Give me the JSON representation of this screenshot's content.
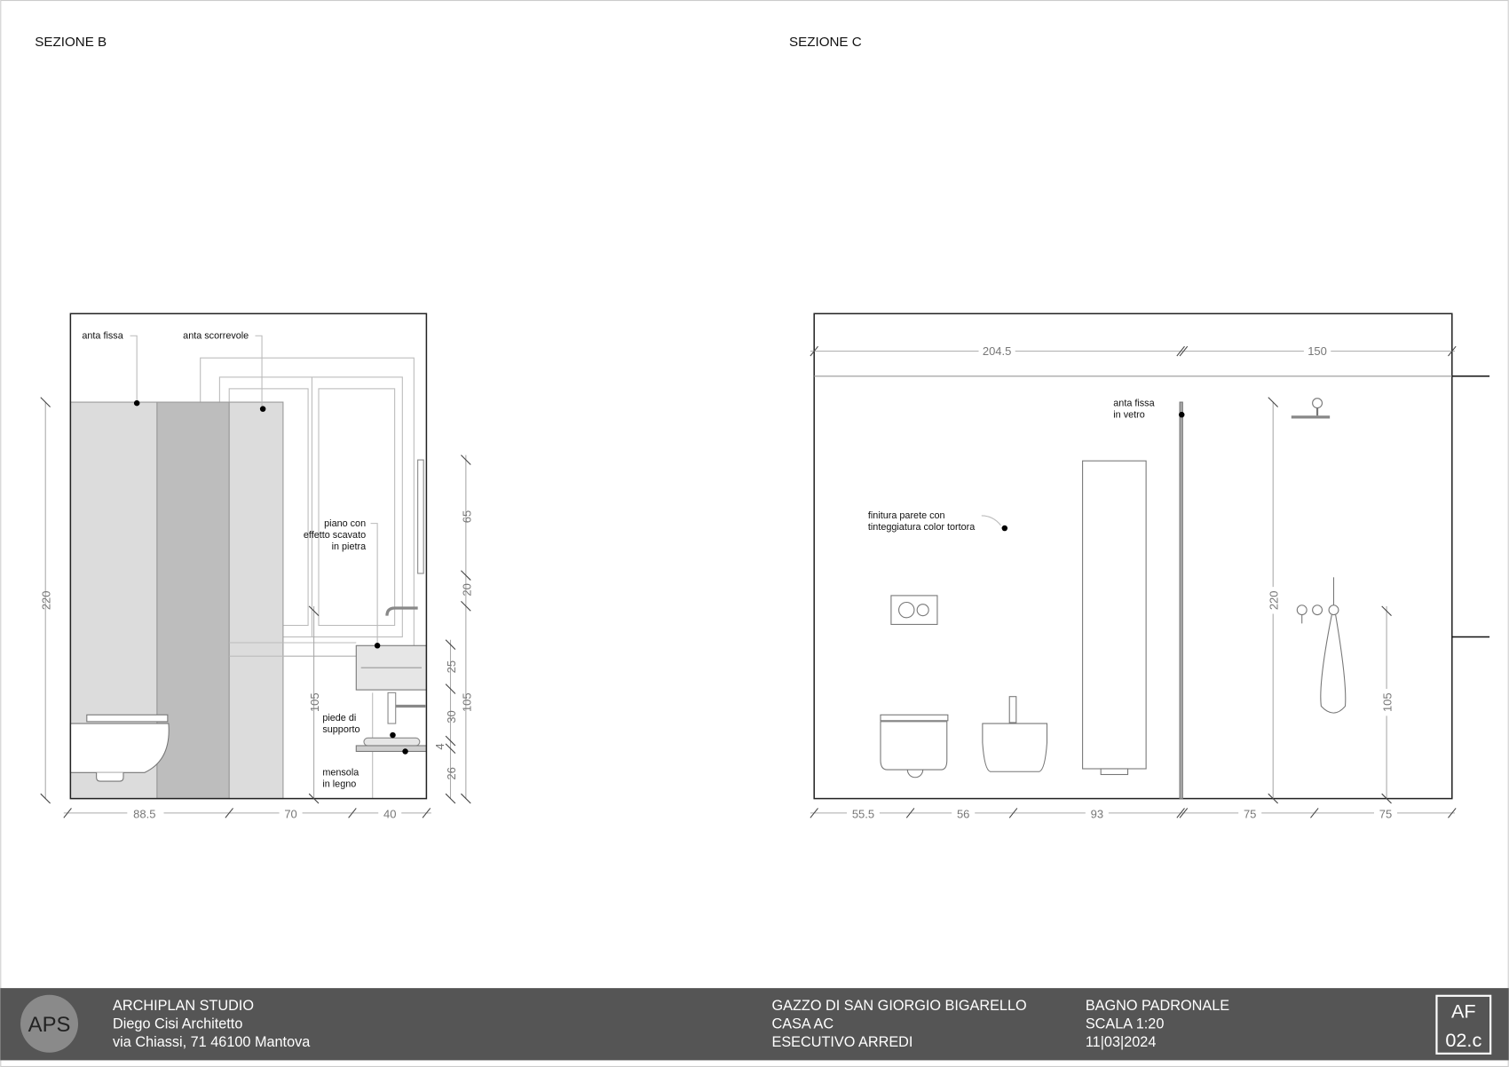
{
  "sections": {
    "b": {
      "title": "SEZIONE B",
      "labels": {
        "anta_fissa": "anta fissa",
        "anta_scorrevole": "anta scorrevole",
        "piano": [
          "piano con",
          "effetto scavato",
          "in pietra"
        ],
        "piede": [
          "piede di",
          "supporto"
        ],
        "mensola": [
          "mensola",
          "in legno"
        ]
      },
      "dims": {
        "height_total": "220",
        "bottom": [
          "88.5",
          "70",
          "40"
        ],
        "right_outer": [
          "65",
          "20",
          "105"
        ],
        "right_inner": [
          "25",
          "30",
          "4",
          "26"
        ],
        "inner_height": "105"
      }
    },
    "c": {
      "title": "SEZIONE C",
      "labels": {
        "anta_fissa": [
          "anta fissa",
          "in vetro"
        ],
        "finitura": [
          "finitura parete con",
          "tinteggiatura color tortora"
        ]
      },
      "dims": {
        "top": [
          "204.5",
          "150"
        ],
        "bottom": [
          "55.5",
          "56",
          "93",
          "75",
          "75"
        ],
        "shower_height": "220",
        "mixer_height": "105"
      }
    }
  },
  "footer": {
    "logo": "APS",
    "studio": [
      "ARCHIPLAN STUDIO",
      "Diego Cisi Architetto",
      "via Chiassi, 71 46100 Mantova"
    ],
    "project": [
      "GAZZO DI SAN GIORGIO BIGARELLO",
      "CASA AC",
      "ESECUTIVO ARREDI"
    ],
    "sheet": [
      "BAGNO PADRONALE",
      "SCALA 1:20",
      "11|03|2024"
    ],
    "code": [
      "AF",
      "02.c"
    ]
  },
  "colors": {
    "footer_bg": "#555555",
    "panel_light": "#dcdcdc",
    "panel_dark": "#bdbdbd"
  }
}
